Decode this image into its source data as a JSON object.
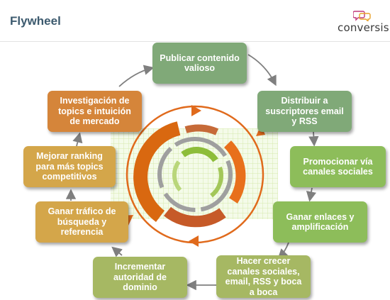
{
  "header": {
    "title": "Flywheel",
    "logo_text": "conversis"
  },
  "colors": {
    "green": "#80a978",
    "green_light": "#8dbd5a",
    "lime": "#a6b863",
    "gold": "#d4a64a",
    "orange": "#d5853a",
    "orange_dark": "#e06a1c",
    "arrow_gray": "#7f7f7f"
  },
  "steps": [
    {
      "id": "publicar",
      "label": "Publicar contenido valioso"
    },
    {
      "id": "distribuir",
      "label": "Distribuir a suscriptores email y RSS"
    },
    {
      "id": "promocionar",
      "label": "Promocionar vía canales sociales"
    },
    {
      "id": "ganar-enlaces",
      "label": "Ganar enlaces y amplificación"
    },
    {
      "id": "hacer-crecer",
      "label": "Hacer crecer canales sociales, email, RSS y boca a boca"
    },
    {
      "id": "incrementar",
      "label": "Incrementar autoridad de dominio"
    },
    {
      "id": "ganar-trafico",
      "label": "Ganar tráfico de búsqueda y referencia"
    },
    {
      "id": "mejorar",
      "label": "Mejorar ranking para más topics competitivos"
    },
    {
      "id": "investigacion",
      "label": "Investigación de topics e intuición de mercado"
    }
  ]
}
